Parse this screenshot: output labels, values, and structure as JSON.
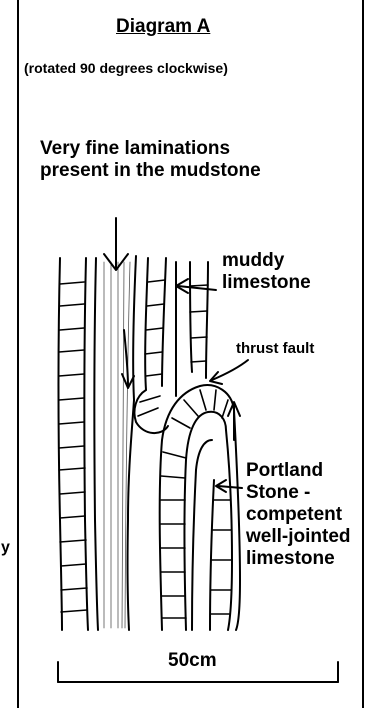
{
  "diagram": {
    "title": "Diagram A",
    "subtitle": "(rotated 90 degrees clockwise)",
    "laminations_label": "Very fine laminations present in the mudstone",
    "muddy_limestone_label": "muddy limestone",
    "thrust_fault_label": "thrust fault",
    "portland_label": "Portland Stone - competent well-jointed limestone",
    "scale_label": "50cm",
    "edge_text": "y"
  }
}
